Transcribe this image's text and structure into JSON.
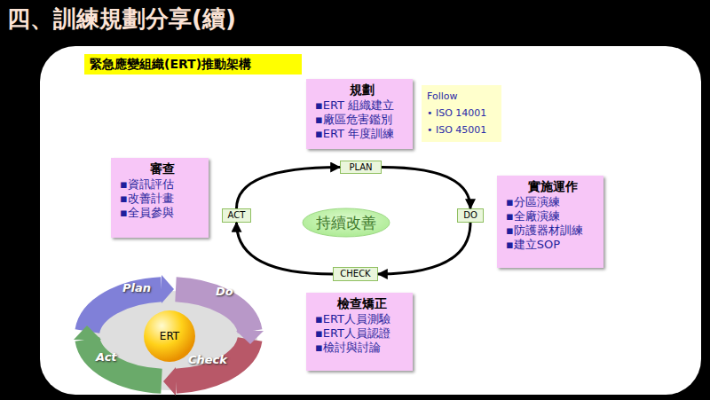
{
  "diagram": {
    "title": "四、訓練規劃分享(續)",
    "nodes": [
      {
        "text": [
          "緊急應變組織(ERT)推動架構"
        ]
      },
      {
        "text": [
          "規劃",
          "▪ERT 組織建立",
          "▪廠區危害鑑別",
          "▪ERT 年度訓練"
        ]
      },
      {
        "text": [
          "Follow",
          "• ISO 14001",
          "• ISO 45001"
        ]
      },
      {
        "text": [
          "PLAN"
        ]
      },
      {
        "text": [
          "審查",
          "▪資訊評估",
          "▪改善計畫",
          "▪全員參與"
        ]
      },
      {
        "text": [
          "ACT"
        ]
      },
      {
        "text": [
          "持續改善"
        ]
      },
      {
        "text": [
          "DO"
        ]
      },
      {
        "text": [
          "實施運作",
          "▪分區演練",
          "▪全廠演練",
          "▪防護器材訓練",
          "▪建立SOP"
        ]
      },
      {
        "text": [
          "CHECK"
        ]
      },
      {
        "text": [
          "檢查矯正",
          "▪ERT人員測驗",
          "▪ERT人員認證",
          "▪檢討與討論"
        ]
      },
      {
        "text": [
          "ERT"
        ]
      }
    ],
    "edges": [
      {
        "from": 3,
        "to": 7,
        "arrow": "to"
      },
      {
        "from": 7,
        "to": 9,
        "arrow": "to"
      },
      {
        "from": 9,
        "to": 5,
        "arrow": "to"
      },
      {
        "from": 5,
        "to": 3,
        "arrow": "to"
      }
    ],
    "labels": [
      "Plan",
      "Do",
      "Check",
      "Act"
    ]
  }
}
